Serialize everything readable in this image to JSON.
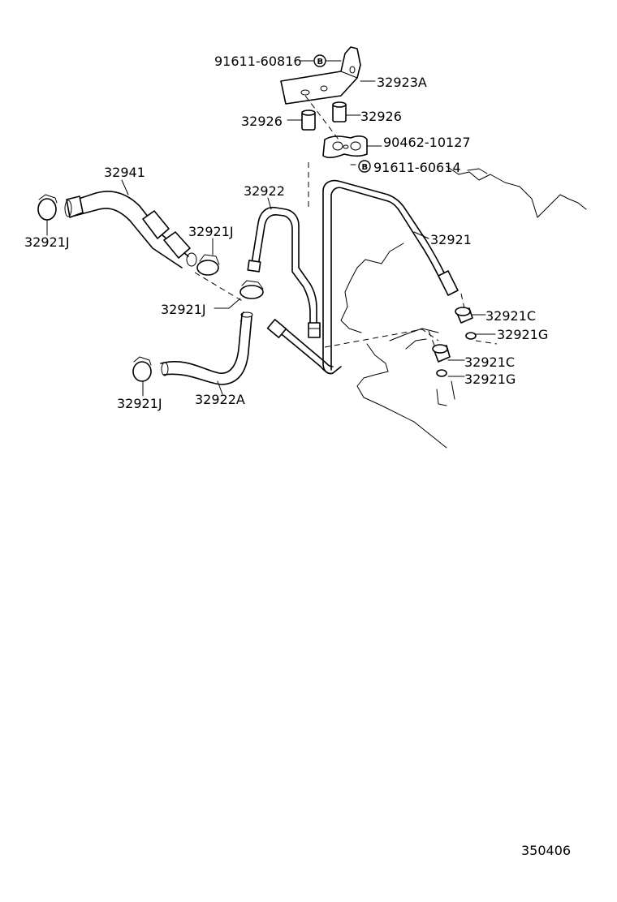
{
  "diagram_id": "350406",
  "bolt_symbol": "B",
  "labels": {
    "bolt_91611_60816": "91611-60816",
    "bracket_32923A": "32923A",
    "spacer_32926_right": "32926",
    "spacer_32926_left": "32926",
    "clamp_90462_10127": "90462-10127",
    "bolt_91611_60614": "91611-60614",
    "hose_32941": "32941",
    "pipe_32922": "32922",
    "clip_32921J_top_left": "32921J",
    "clip_32921J_mid_upper": "32921J",
    "clip_32921J_mid_lower": "32921J",
    "clip_32921J_bottom_left": "32921J",
    "pipe_32921": "32921",
    "union_32921C_upper": "32921C",
    "gasket_32921G_upper": "32921G",
    "union_32921C_lower": "32921C",
    "gasket_32921G_lower": "32921G",
    "hose_32922A": "32922A"
  }
}
